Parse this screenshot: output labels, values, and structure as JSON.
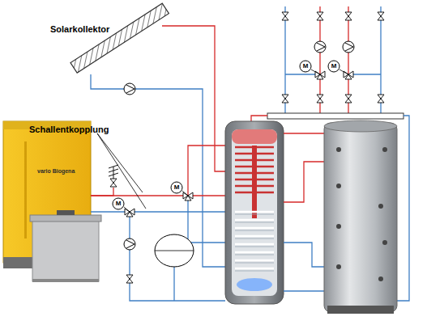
{
  "diagram": {
    "labels": [
      "Solarkollektor",
      "Schallentkopplung",
      "vario Biogena",
      "M",
      "M",
      "M",
      "M"
    ]
  }
}
